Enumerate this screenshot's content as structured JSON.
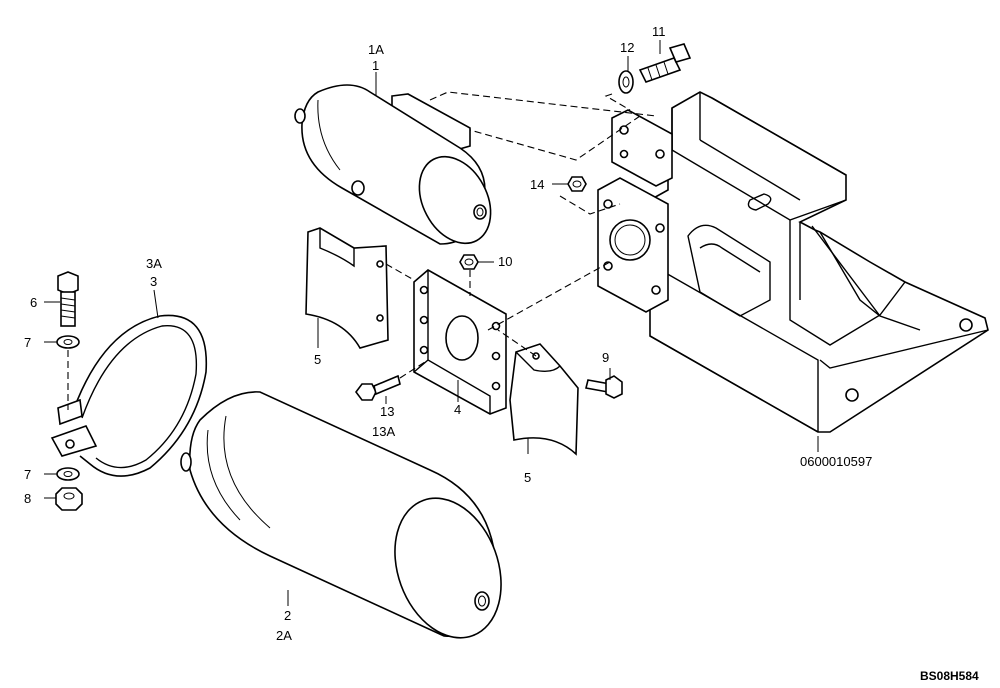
{
  "labels": {
    "p1a": "1A",
    "p1": "1",
    "p2": "2",
    "p2a": "2A",
    "p3a": "3A",
    "p3": "3",
    "p4": "4",
    "p5a": "5",
    "p5b": "5",
    "p6": "6",
    "p7a": "7",
    "p7b": "7",
    "p8": "8",
    "p9": "9",
    "p10": "10",
    "p11": "11",
    "p12": "12",
    "p13": "13",
    "p13a": "13A",
    "p14": "14"
  },
  "drawing_number": "0600010597",
  "sheet_code": "BS08H584"
}
